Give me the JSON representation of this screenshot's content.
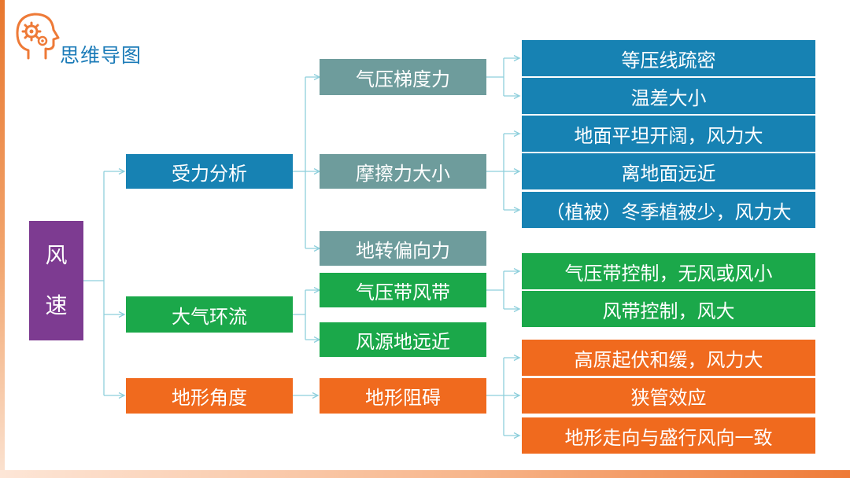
{
  "header": {
    "title": "思维导图",
    "icon": "head-gears-icon"
  },
  "root": {
    "chars": [
      "风",
      "速"
    ]
  },
  "branches": [
    {
      "label": "受力分析",
      "children": [
        {
          "label": "气压梯度力",
          "leaves": [
            "等压线疏密",
            "温差大小"
          ]
        },
        {
          "label": "摩擦力大小",
          "leaves": [
            "地面平坦开阔，风力大",
            "离地面远近",
            "（植被）冬季植被少，风力大"
          ]
        },
        {
          "label": "地转偏向力",
          "leaves": []
        }
      ]
    },
    {
      "label": "大气环流",
      "children": [
        {
          "label": "气压带风带",
          "leaves": [
            "气压带控制，无风或风小",
            "风带控制，风大"
          ]
        },
        {
          "label": "风源地远近",
          "leaves": []
        }
      ]
    },
    {
      "label": "地形角度",
      "children": [
        {
          "label": "地形阻碍",
          "leaves": [
            "高原起伏和缓，风力大",
            "狭管效应",
            "地形走向与盛行风向一致"
          ]
        }
      ]
    }
  ],
  "colors": {
    "blue": "#1782b3",
    "green": "#1ba84a",
    "orange": "#f06a1e",
    "teal": "#6e9c9c",
    "purple": "#7d3b91",
    "connector": "#8ecfdc"
  }
}
